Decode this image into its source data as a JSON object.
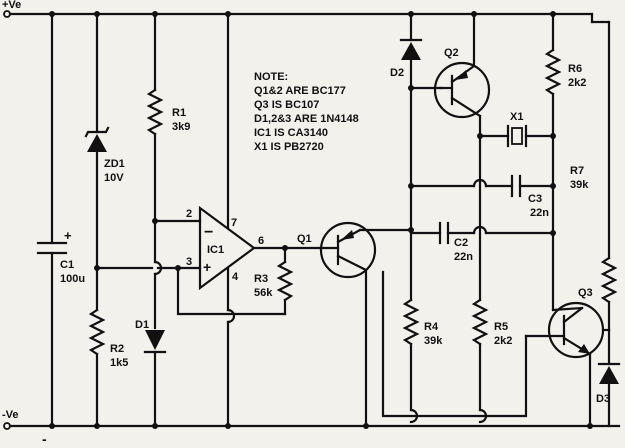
{
  "rails": {
    "pos": "+Ve",
    "neg": "-Ve",
    "minus_mark": "-"
  },
  "note": {
    "title": "NOTE:",
    "lines": [
      "Q1&2 ARE BC177",
      "Q3 IS BC107",
      "D1,2&3 ARE 1N4148",
      "IC1 IS CA3140",
      "X1 IS PB2720"
    ]
  },
  "components": {
    "c1": {
      "ref": "C1",
      "value": "100u",
      "plus": "+"
    },
    "zd1": {
      "ref": "ZD1",
      "value": "10V"
    },
    "r1": {
      "ref": "R1",
      "value": "3k9"
    },
    "r2": {
      "ref": "R2",
      "value": "1k5"
    },
    "d1": {
      "ref": "D1"
    },
    "ic1": {
      "ref": "IC1",
      "pin2": "2",
      "pin3": "3",
      "pin4": "4",
      "pin6": "6",
      "pin7": "7",
      "minus": "−",
      "plus": "+"
    },
    "r3": {
      "ref": "R3",
      "value": "56k"
    },
    "q1": {
      "ref": "Q1"
    },
    "d2": {
      "ref": "D2"
    },
    "q2": {
      "ref": "Q2"
    },
    "c2": {
      "ref": "C2",
      "value": "22n"
    },
    "r4": {
      "ref": "R4",
      "value": "39k"
    },
    "r5": {
      "ref": "R5",
      "value": "2k2"
    },
    "x1": {
      "ref": "X1"
    },
    "c3": {
      "ref": "C3",
      "value": "22n"
    },
    "r6": {
      "ref": "R6",
      "value": "2k2"
    },
    "r7": {
      "ref": "R7",
      "value": "39k"
    },
    "q3": {
      "ref": "Q3"
    },
    "d3": {
      "ref": "D3"
    }
  }
}
